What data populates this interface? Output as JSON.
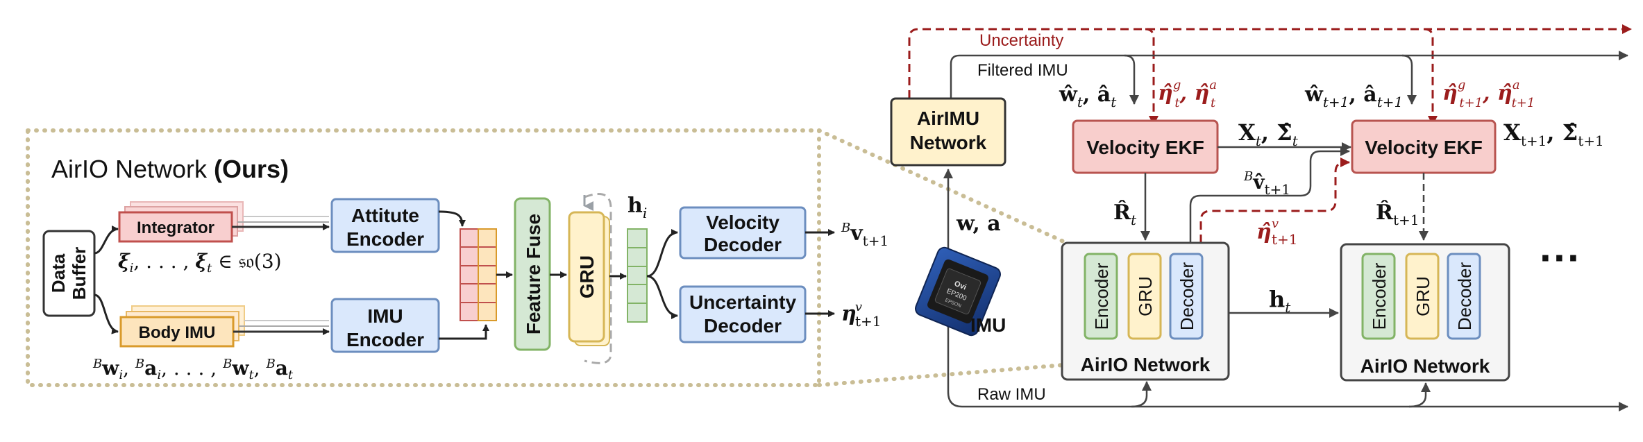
{
  "airio_title": {
    "main": "AirIO Network ",
    "bold": "(Ours)"
  },
  "data_buffer": {
    "line1": "Data",
    "line2": "Buffer"
  },
  "integrator": "Integrator",
  "body_imu": "Body IMU",
  "so3_sequence": {
    "xi_first": "ξ",
    "i": "i",
    "mid": ", . . . , ",
    "xi_last": "ξ",
    "t": "t",
    "in": " ∈ ",
    "so3": "𝔰𝔬(3)"
  },
  "body_imu_sequence": {
    "B": "B",
    "w": "w",
    "a": "a",
    "i": "i",
    "t": "t",
    "comma": ", ",
    "dots": ", . . . , "
  },
  "attitude_encoder": {
    "line1": "Attitute",
    "line2": "Encoder"
  },
  "imu_encoder": {
    "line1": "IMU",
    "line2": "Encoder"
  },
  "feature_fuse": "Feature Fuse",
  "gru": "GRU",
  "hidden_label": {
    "h": "h",
    "sub": "i"
  },
  "velocity_decoder": {
    "line1": "Velocity",
    "line2": "Decoder"
  },
  "uncertainty_decoder": {
    "line1": "Uncertainty",
    "line2": "Decoder"
  },
  "output_velocity": {
    "B": "B",
    "v": "v",
    "sub": "t+1"
  },
  "output_uncertainty": {
    "eta": "η",
    "sup": "v",
    "sub": "t+1"
  },
  "airimu_network": {
    "line1": "AirIMU",
    "line2": "Network"
  },
  "imu_device": {
    "label": "IMU",
    "brand": "Ovi",
    "model": "EP200",
    "sub": "EPSON"
  },
  "w_a_label": "w, a",
  "uncertainty_label": "Uncertainty",
  "filtered_imu_label": "Filtered IMU",
  "raw_imu_label": "Raw IMU",
  "velocity_ekf_1": "Velocity EKF",
  "velocity_ekf_2": "Velocity EKF",
  "ekf1_inputs": {
    "w": "ŵ",
    "a": "â",
    "sub": "t",
    "comma": ", "
  },
  "ekf1_noise": {
    "eta": "η̂",
    "g": "g",
    "a": "a",
    "sub": "t",
    "comma": ", "
  },
  "ekf2_inputs": {
    "w": "ŵ",
    "a": "â",
    "sub": "t+1",
    "comma": ", "
  },
  "ekf2_noise": {
    "eta": "η̂",
    "g": "g",
    "a": "a",
    "sub": "t+1",
    "comma": ", "
  },
  "ekf1_state_out": {
    "X": "X",
    "sigma": "Σ̂",
    "sub": "t",
    "comma": ", "
  },
  "ekf2_state_out": {
    "X": "X",
    "sigma": "Σ̂",
    "sub": "t+1",
    "comma": ", "
  },
  "rotation_t": {
    "R": "R̂",
    "sub": "t"
  },
  "rotation_t1": {
    "R": "R̂",
    "sub": "t+1"
  },
  "velocity_meas": {
    "B": "B",
    "v": "v̂",
    "sub": "t+1"
  },
  "velocity_noise": {
    "eta": "η̂",
    "sup": "v",
    "sub": "t+1"
  },
  "hidden_t": {
    "h": "h",
    "sub": "t"
  },
  "airio_block_1": {
    "title": "AirIO Network",
    "encoder": "Encoder",
    "gru": "GRU",
    "decoder": "Decoder"
  },
  "airio_block_2": {
    "title": "AirIO Network",
    "encoder": "Encoder",
    "gru": "GRU",
    "decoder": "Decoder"
  },
  "ellipsis": "···",
  "colors": {
    "integrator_fill": "#f8cfcf",
    "integrator_stroke": "#c0504d",
    "body_imu_fill": "#fde5bd",
    "body_imu_stroke": "#d99a2b",
    "encoder_fill": "#dae8fc",
    "encoder_stroke": "#6c8ebf",
    "fuse_fill": "#d5e8d4",
    "fuse_stroke": "#82b366",
    "gru_fill": "#fff2cc",
    "gru_stroke": "#d6b656",
    "ekf_fill": "#f8cecc",
    "ekf_stroke": "#b85450",
    "airimu_fill": "#fff2cc",
    "block_fill": "#f5f5f5",
    "block_stroke": "#444444",
    "uncertainty_red": "#9b1c1c",
    "dotted_frame": "#c9bd95"
  }
}
